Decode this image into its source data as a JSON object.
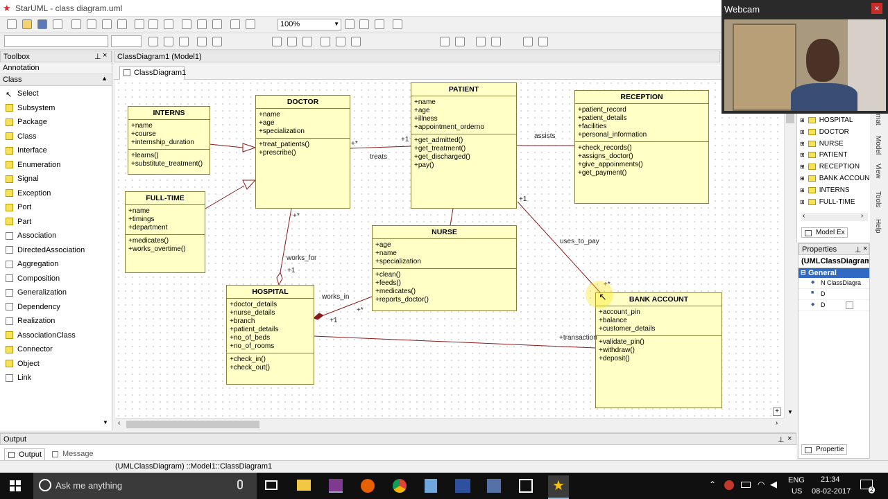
{
  "app": {
    "title": "StarUML - class diagram.uml",
    "zoom": "100%"
  },
  "toolbox": {
    "title": "Toolbox",
    "sections": [
      "Annotation",
      "Class"
    ],
    "items": [
      "Select",
      "Subsystem",
      "Package",
      "Class",
      "Interface",
      "Enumeration",
      "Signal",
      "Exception",
      "Port",
      "Part",
      "Association",
      "DirectedAssociation",
      "Aggregation",
      "Composition",
      "Generalization",
      "Dependency",
      "Realization",
      "AssociationClass",
      "Connector",
      "Object",
      "Link"
    ]
  },
  "doc": {
    "path": "ClassDiagram1 (Model1)",
    "tab": "ClassDiagram1"
  },
  "classes": {
    "interns": {
      "name": "INTERNS",
      "attrs": [
        "+name",
        "+course",
        "+internship_duration"
      ],
      "ops": [
        "+learns()",
        "+substitute_treatment()"
      ]
    },
    "fulltime": {
      "name": "FULL-TIME",
      "attrs": [
        "+name",
        "+timings",
        "+department"
      ],
      "ops": [
        "+medicates()",
        "+works_overtime()"
      ]
    },
    "doctor": {
      "name": "DOCTOR",
      "attrs": [
        "+name",
        "+age",
        "+specialization"
      ],
      "ops": [
        "+treat_patients()",
        "+prescribe()"
      ]
    },
    "patient": {
      "name": "PATIENT",
      "attrs": [
        "+name",
        "+age",
        "+illness",
        "+appointment_orderno"
      ],
      "ops": [
        "+get_admitted()",
        "+get_treatment()",
        "+get_discharged()",
        "+pay()"
      ]
    },
    "reception": {
      "name": "RECEPTION",
      "attrs": [
        "+patient_record",
        "+patient_details",
        "+facilities",
        "+personal_information"
      ],
      "ops": [
        "+check_records()",
        "+assigns_doctor()",
        "+give_appoinments()",
        "+get_payment()"
      ]
    },
    "nurse": {
      "name": "NURSE",
      "attrs": [
        "+age",
        "+name",
        "+specialization"
      ],
      "ops": [
        "+clean()",
        "+feeds()",
        "+medicates()",
        "+reports_doctor()"
      ]
    },
    "hospital": {
      "name": "HOSPITAL",
      "attrs": [
        "+doctor_details",
        "+nurse_details",
        "+branch",
        "+patient_details",
        "+no_of_beds",
        "+no_of_rooms"
      ],
      "ops": [
        "+check_in()",
        "+check_out()"
      ]
    },
    "bank": {
      "name": "BANK ACCOUNT",
      "attrs": [
        "+account_pin",
        "+balance",
        "+customer_details"
      ],
      "ops": [
        "+validate_pin()",
        "+withdraw()",
        "+deposit()"
      ]
    }
  },
  "labels": {
    "treats": "treats",
    "assists": "assists",
    "works_for": "works_for",
    "works_in": "works_in",
    "uses_to_pay": "uses_to_pay",
    "transaction": "+transaction",
    "star1": "+*",
    "one1": "+1",
    "star2": "+*",
    "one2": "+1",
    "one3": "+1",
    "star3": "+*",
    "one4": "+1",
    "star4": "+*"
  },
  "model_explorer": {
    "items": [
      "HOSPITAL",
      "DOCTOR",
      "NURSE",
      "PATIENT",
      "RECEPTION",
      "BANK ACCOUN",
      "INTERNS",
      "FULL-TIME"
    ],
    "tab": "Model Ex",
    "side_tabs": [
      "mat",
      "Model",
      "View",
      "Tools",
      "Help"
    ]
  },
  "properties": {
    "title": "Properties",
    "object": "(UMLClassDiagram",
    "group": "General",
    "rows": [
      "N ClassDiagra",
      "D",
      "D"
    ],
    "tab": "Propertie"
  },
  "output": {
    "title": "Output",
    "tabs": [
      "Output",
      "Message"
    ]
  },
  "status": {
    "text": "(UMLClassDiagram) ::Model1::ClassDiagram1"
  },
  "webcam": {
    "title": "Webcam"
  },
  "taskbar": {
    "search": "Ask me anything",
    "lang": "ENG",
    "region": "US",
    "time": "21:34",
    "date": "08-02-2017",
    "notif": "2"
  }
}
